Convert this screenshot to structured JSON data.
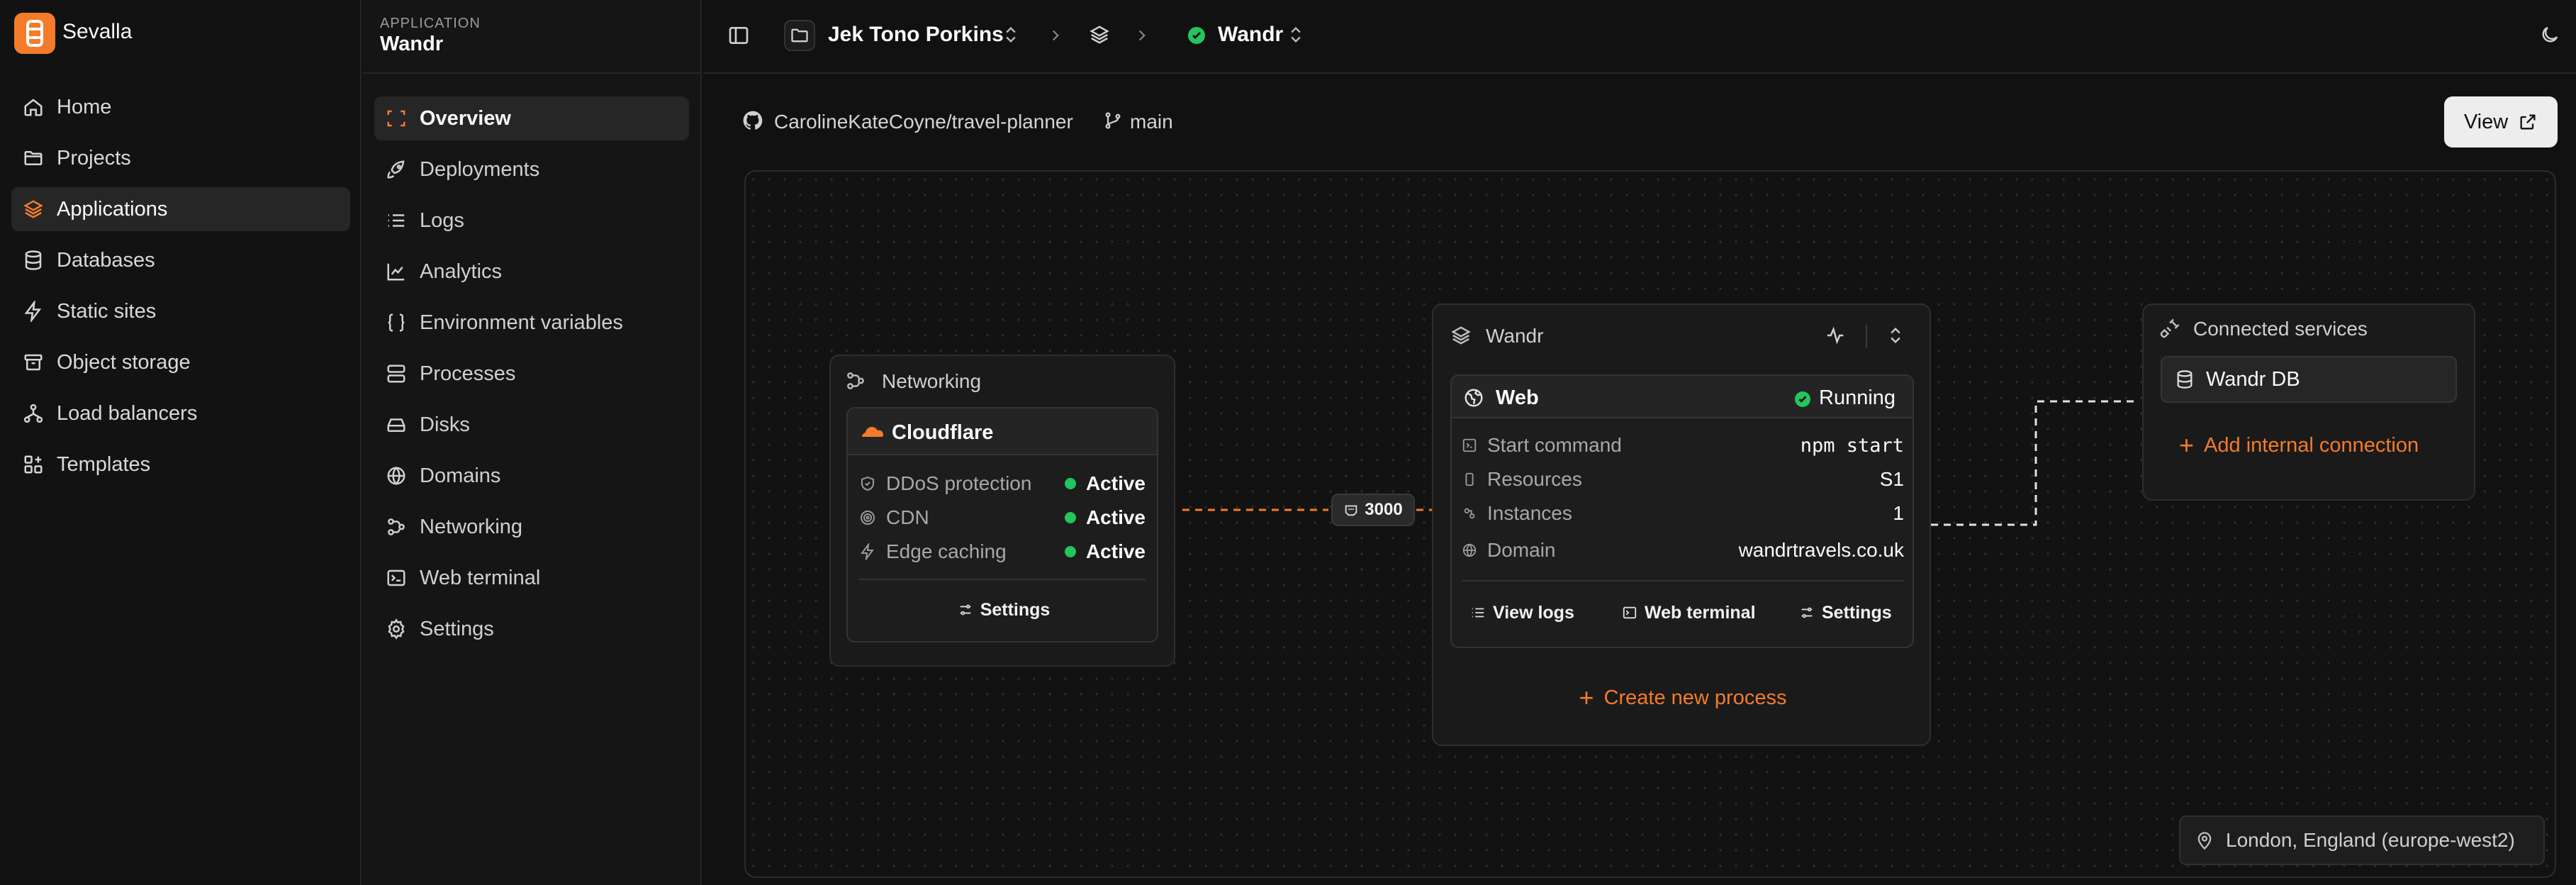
{
  "brand": {
    "name": "Sevalla",
    "icon": "sevalla-logo-icon"
  },
  "nav": [
    {
      "label": "Home",
      "icon": "home-icon",
      "active": false
    },
    {
      "label": "Projects",
      "icon": "folder-icon",
      "active": false
    },
    {
      "label": "Applications",
      "icon": "layers-icon",
      "active": true
    },
    {
      "label": "Databases",
      "icon": "database-icon",
      "active": false
    },
    {
      "label": "Static sites",
      "icon": "bolt-icon",
      "active": false
    },
    {
      "label": "Object storage",
      "icon": "archive-icon",
      "active": false
    },
    {
      "label": "Load balancers",
      "icon": "network-icon",
      "active": false
    },
    {
      "label": "Templates",
      "icon": "template-icon",
      "active": false
    }
  ],
  "app_menu": {
    "kicker": "APPLICATION",
    "title": "Wandr",
    "items": [
      {
        "label": "Overview",
        "icon": "overview-icon",
        "active": true
      },
      {
        "label": "Deployments",
        "icon": "rocket-icon",
        "active": false
      },
      {
        "label": "Logs",
        "icon": "list-icon",
        "active": false
      },
      {
        "label": "Analytics",
        "icon": "chart-line-icon",
        "active": false
      },
      {
        "label": "Environment variables",
        "icon": "braces-icon",
        "active": false
      },
      {
        "label": "Processes",
        "icon": "server-icon",
        "active": false
      },
      {
        "label": "Disks",
        "icon": "hard-drive-icon",
        "active": false
      },
      {
        "label": "Domains",
        "icon": "globe-icon",
        "active": false
      },
      {
        "label": "Networking",
        "icon": "workflow-icon",
        "active": false
      },
      {
        "label": "Web terminal",
        "icon": "terminal-icon",
        "active": false
      },
      {
        "label": "Settings",
        "icon": "gear-icon",
        "active": false
      }
    ]
  },
  "header": {
    "project": "Jek Tono Porkins",
    "app": "Wandr"
  },
  "repo": {
    "name": "CarolineKateCoyne/travel-planner",
    "branch": "main"
  },
  "view_button": "View",
  "networking": {
    "title": "Networking",
    "provider": "Cloudflare",
    "rows": [
      {
        "label": "DDoS protection",
        "status": "Active",
        "icon": "shield-icon"
      },
      {
        "label": "CDN",
        "status": "Active",
        "icon": "cdn-icon"
      },
      {
        "label": "Edge caching",
        "status": "Active",
        "icon": "zap-icon"
      }
    ],
    "settings_label": "Settings"
  },
  "port_badge": "3000",
  "app_card": {
    "title": "Wandr",
    "process": "Web",
    "status": "Running",
    "rows": [
      {
        "label": "Start command",
        "value": "npm start",
        "icon": "terminal-square-icon",
        "mono": true
      },
      {
        "label": "Resources",
        "value": "S1",
        "icon": "memory-icon",
        "mono": false
      },
      {
        "label": "Instances",
        "value": "1",
        "icon": "instances-icon",
        "mono": false
      },
      {
        "label": "Domain",
        "value": "wandrtravels.co.uk",
        "icon": "globe-icon",
        "mono": false
      }
    ],
    "actions": {
      "logs": "View logs",
      "terminal": "Web terminal",
      "settings": "Settings"
    },
    "create_process": "Create new process"
  },
  "connected": {
    "title": "Connected services",
    "service": "Wandr DB",
    "add_label": "Add internal connection"
  },
  "region": "London, England (europe-west2)",
  "colors": {
    "accent": "#f47b2a",
    "success": "#22c55e",
    "background": "#111111"
  }
}
